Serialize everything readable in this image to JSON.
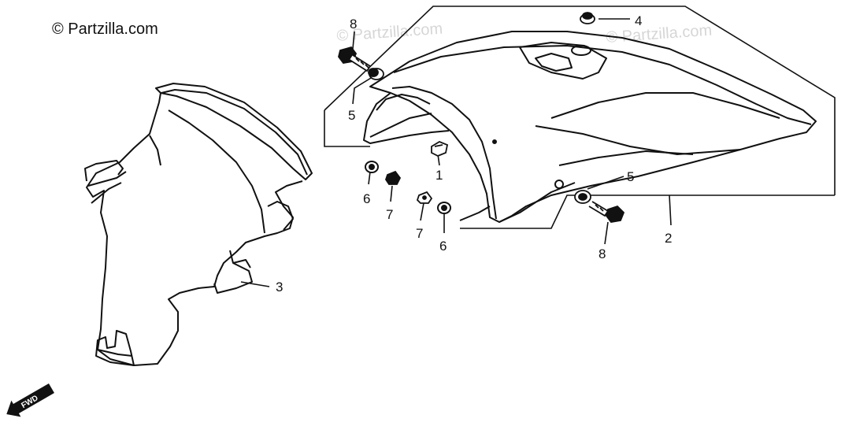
{
  "copyright": "© Partzilla.com",
  "watermarks": [
    "© Partzilla.com",
    "© Partzilla.com"
  ],
  "direction_arrow": {
    "label": "FWD",
    "icon": "forward-arrow-icon"
  },
  "callouts": {
    "c1": "1",
    "c2": "2",
    "c3": "3",
    "c4": "4",
    "c5a": "5",
    "c5b": "5",
    "c6a": "6",
    "c6b": "6",
    "c7a": "7",
    "c7b": "7",
    "c8a": "8",
    "c8b": "8"
  },
  "colors": {
    "line": "#111111",
    "background": "#ffffff",
    "watermark": "#d6d6d6"
  }
}
